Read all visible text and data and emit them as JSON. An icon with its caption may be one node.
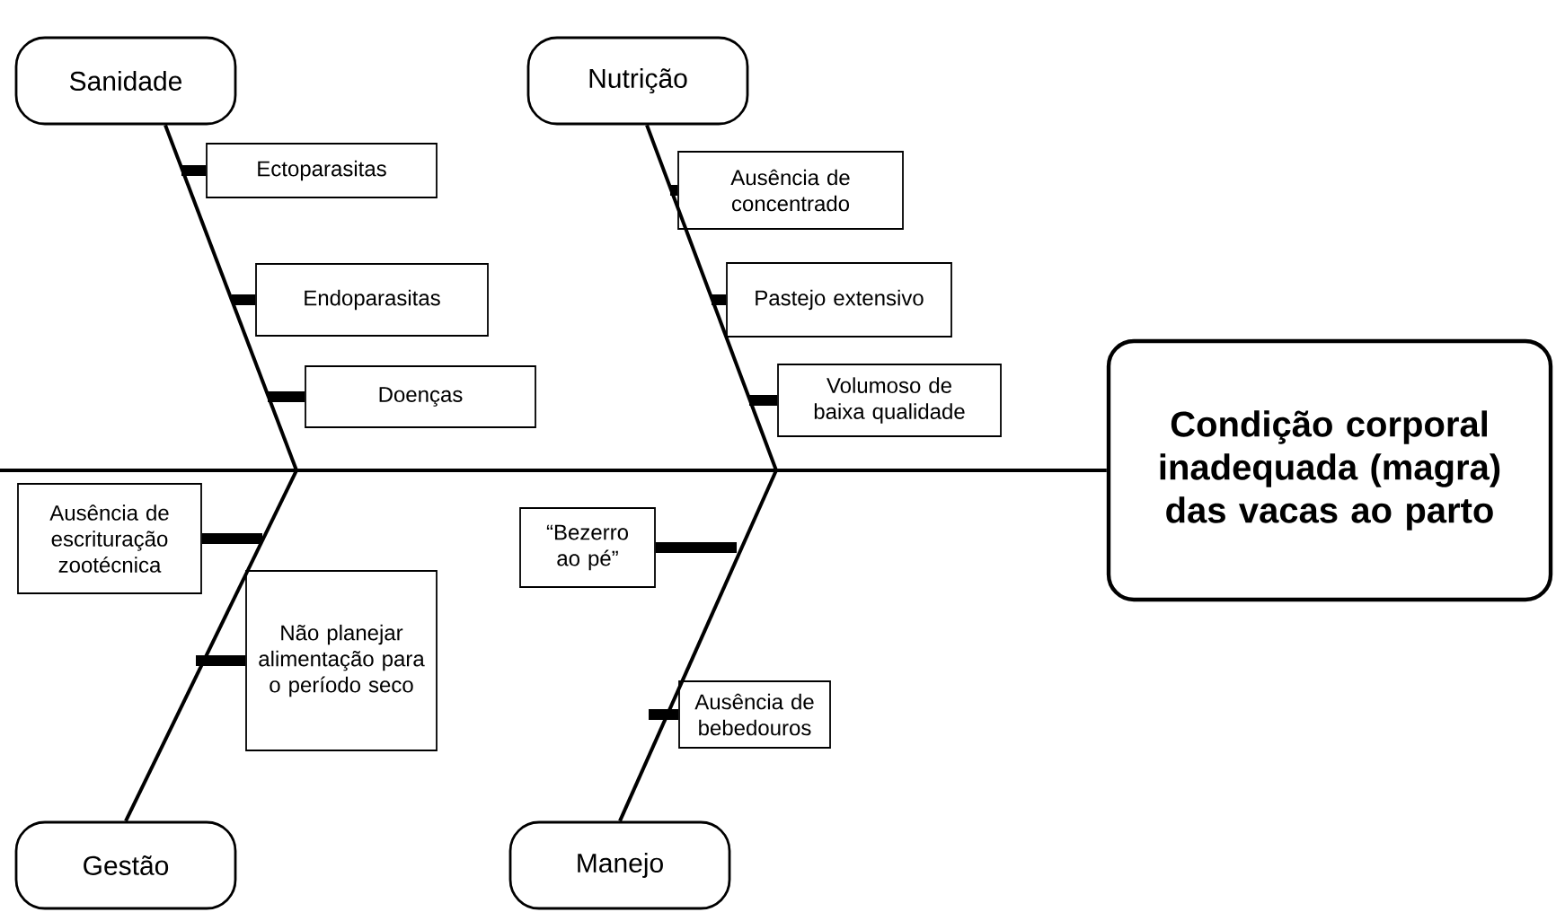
{
  "diagram": {
    "nodes": [
      {
        "text": [
          "Sanidade"
        ]
      },
      {
        "text": [
          "Nutrição"
        ]
      },
      {
        "text": [
          "Condição corporal inadequada (magra) das vacas ao parto"
        ]
      },
      {
        "text": [
          "Ectoparasitas"
        ]
      },
      {
        "text": [
          "Endoparasitas"
        ]
      },
      {
        "text": [
          "Doenças"
        ]
      },
      {
        "text": [
          "Ausência de concentrado"
        ]
      },
      {
        "text": [
          "Pastejo extensivo"
        ]
      },
      {
        "text": [
          "Volumoso de baixa qualidade"
        ]
      },
      {
        "text": [
          "Ausência de escrituração zootécnica"
        ]
      },
      {
        "text": [
          "Não planejar alimentação para o período seco"
        ]
      },
      {
        "text": [
          "“Bezerro ao pé”"
        ]
      },
      {
        "text": [
          "Ausência de bebedouros"
        ]
      },
      {
        "text": [
          "Gestão"
        ]
      },
      {
        "text": [
          "Manejo"
        ]
      }
    ],
    "edges": [
      {
        "from": null,
        "to": 2,
        "arrow": "none"
      },
      {
        "from": 0,
        "to": null,
        "arrow": "none"
      },
      {
        "from": 1,
        "to": null,
        "arrow": "none"
      },
      {
        "from": 13,
        "to": null,
        "arrow": "none"
      },
      {
        "from": 14,
        "to": null,
        "arrow": "none"
      },
      {
        "from": 3,
        "to": null,
        "arrow": "none"
      },
      {
        "from": 4,
        "to": null,
        "arrow": "none"
      },
      {
        "from": 5,
        "to": null,
        "arrow": "none"
      },
      {
        "from": 6,
        "to": null,
        "arrow": "none"
      },
      {
        "from": 7,
        "to": null,
        "arrow": "none"
      },
      {
        "from": 8,
        "to": null,
        "arrow": "none"
      },
      {
        "from": 9,
        "to": null,
        "arrow": "none"
      },
      {
        "from": 10,
        "to": null,
        "arrow": "none"
      },
      {
        "from": 11,
        "to": null,
        "arrow": "none"
      },
      {
        "from": 12,
        "to": null,
        "arrow": "none"
      }
    ]
  }
}
